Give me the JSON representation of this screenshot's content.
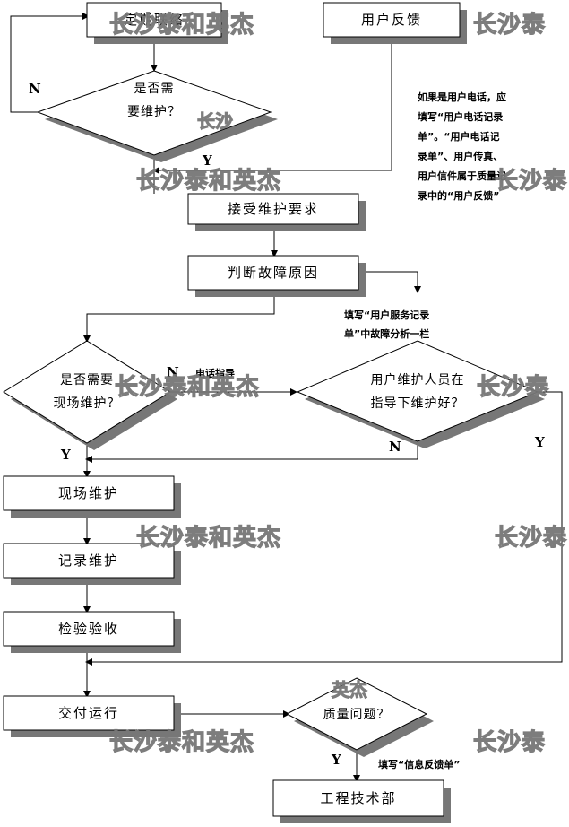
{
  "nodes": {
    "periodic_contact": "定期联络",
    "user_feedback": "用户反馈",
    "need_maintenance_q1": "是否需",
    "need_maintenance_q2": "要维护？",
    "accept_request": "接受维护要求",
    "judge_cause": "判断故障原因",
    "need_onsite_q1": "是否需要",
    "need_onsite_q2": "现场维护？",
    "user_guided_q1": "用户维护人员在",
    "user_guided_q2": "指导下维护好？",
    "onsite_maintenance": "现场维护",
    "record_maintenance": "记录维护",
    "inspect_accept": "检验验收",
    "deliver_run": "交付运行",
    "quality_issue_q": "质量问题？",
    "engineering_dept": "工程技术部"
  },
  "notes": {
    "phone_note_1": "如果是用户电话，应",
    "phone_note_2": "填写“用户电话记录",
    "phone_note_3": "单”。“用户电话记",
    "phone_note_4": "录单”、用户传真、",
    "phone_note_5": "用户信件属于质量记",
    "phone_note_6": "录中的“用户反馈”",
    "service_note_1": "填写“用户服务记录",
    "service_note_2": "单”中故障分析一栏",
    "phone_guidance": "电话指导",
    "info_feedback": "填写“信息反馈单”"
  },
  "labels": {
    "n1": "N",
    "y1": "Y",
    "n2": "N",
    "n3": "N",
    "y2": "Y",
    "y3": "Y",
    "y4": "Y"
  },
  "watermark": {
    "text": "长沙泰和英杰",
    "text_partial": "长沙泰",
    "text_short": "长沙",
    "text_tail": "英杰"
  }
}
